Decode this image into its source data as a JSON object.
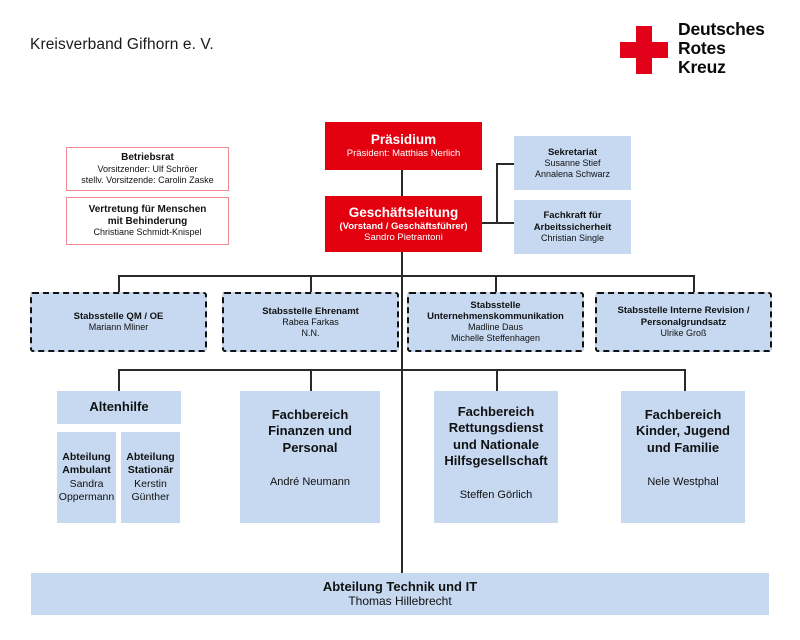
{
  "header": {
    "organization": "Kreisverband Gifhorn e. V.",
    "logo": {
      "icon": "red-cross-icon",
      "line1": "Deutsches",
      "line2": "Rotes",
      "line3": "Kreuz",
      "cross_color": "#e2001a"
    }
  },
  "colors": {
    "red_fill": "#e3000f",
    "red_border": "#f08a93",
    "blue_fill": "#c6d9f1",
    "line": "#2a2a2a",
    "text": "#111111"
  },
  "nodes": {
    "praesidium": {
      "title": "Präsidium",
      "line1": "Präsident: Matthias Nerlich"
    },
    "geschaeftsleitung": {
      "title": "Geschäftsleitung",
      "line1": "(Vorstand / Geschäftsführer)",
      "line2": "Sandro Pietrantoni"
    },
    "betriebsrat": {
      "title": "Betriebsrat",
      "line1": "Vorsitzender: Ulf Schröer",
      "line2": "stellv. Vorsitzende: Carolin Zaske"
    },
    "vertretung": {
      "title_line1": "Vertretung für Menschen",
      "title_line2": "mit Behinderung",
      "line1": "Christiane Schmidt-Knispel"
    },
    "sekretariat": {
      "title": "Sekretariat",
      "line1": "Susanne Stief",
      "line2": "Annalena Schwarz"
    },
    "arbeitssicherheit": {
      "title_line1": "Fachkraft für",
      "title_line2": "Arbeitssicherheit",
      "line1": "Christian Single"
    }
  },
  "staff_units": [
    {
      "title_line1": "Stabsstelle QM / OE",
      "title_line2": "",
      "line1": "Mariann Mliner",
      "line2": ""
    },
    {
      "title_line1": "Stabsstelle Ehrenamt",
      "title_line2": "",
      "line1": "Rabea Farkas",
      "line2": "N.N."
    },
    {
      "title_line1": "Stabsstelle",
      "title_line2": "Unternehmenskommunikation",
      "line1": "Madline Daus",
      "line2": "Michelle Steffenhagen"
    },
    {
      "title_line1": "Stabsstelle Interne Revision /",
      "title_line2": "Personalgrundsatz",
      "line1": "Ulrike Groß",
      "line2": ""
    }
  ],
  "departments": [
    {
      "title_line1": "Altenhilfe",
      "title_line2": "",
      "title_line3": "",
      "title_line4": "",
      "lead": ""
    },
    {
      "title_line1": "Fachbereich",
      "title_line2": "Finanzen und",
      "title_line3": "Personal",
      "title_line4": "",
      "lead": "André Neumann"
    },
    {
      "title_line1": "Fachbereich",
      "title_line2": "Rettungsdienst",
      "title_line3": "und Nationale",
      "title_line4": "Hilfsgesellschaft",
      "lead": "Steffen Görlich"
    },
    {
      "title_line1": "Fachbereich",
      "title_line2": "Kinder, Jugend",
      "title_line3": "und Familie",
      "title_line4": "",
      "lead": "Nele Westphal"
    }
  ],
  "altenhilfe_units": [
    {
      "title_line1": "Abteilung",
      "title_line2": "Ambulant",
      "line1": "Sandra",
      "line2": "Oppermann"
    },
    {
      "title_line1": "Abteilung",
      "title_line2": "Stationär",
      "line1": "Kerstin",
      "line2": "Günther"
    }
  ],
  "footer_unit": {
    "title": "Abteilung Technik und IT",
    "line1": "Thomas Hillebrecht"
  }
}
